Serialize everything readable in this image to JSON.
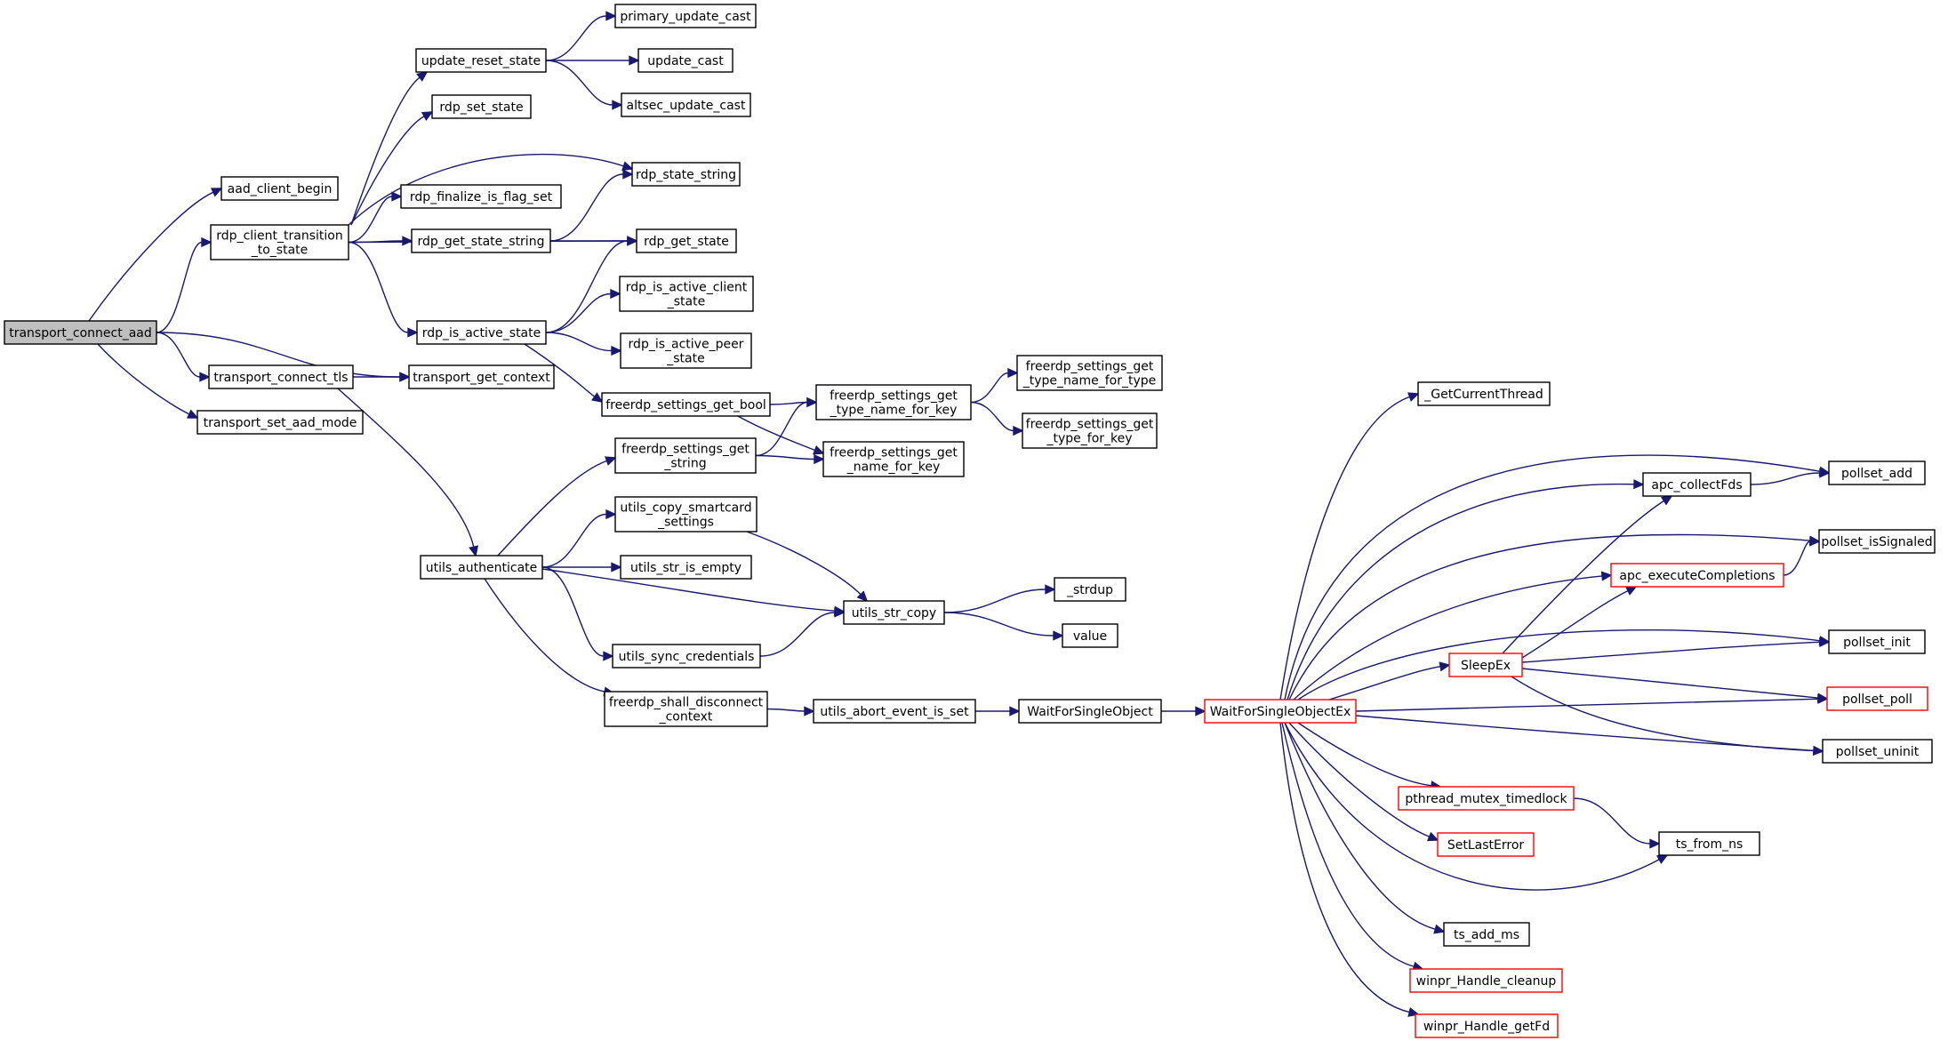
{
  "colors": {
    "edge": "#191970",
    "node_border": "#000000",
    "node_border_truncated": "#ff0000",
    "node_fill": "#ffffff",
    "root_fill": "#bfbfbf",
    "text": "#000000"
  },
  "nodes": [
    {
      "id": "transport_connect_aad",
      "lines": [
        "transport_connect_aad"
      ],
      "style": "root"
    },
    {
      "id": "aad_client_begin",
      "lines": [
        "aad_client_begin"
      ],
      "style": "normal"
    },
    {
      "id": "rdp_client_transition_to_state",
      "lines": [
        "rdp_client_transition",
        "_to_state"
      ],
      "style": "normal"
    },
    {
      "id": "transport_connect_tls",
      "lines": [
        "transport_connect_tls"
      ],
      "style": "normal"
    },
    {
      "id": "transport_get_context",
      "lines": [
        "transport_get_context"
      ],
      "style": "normal"
    },
    {
      "id": "transport_set_aad_mode",
      "lines": [
        "transport_set_aad_mode"
      ],
      "style": "normal"
    },
    {
      "id": "update_reset_state",
      "lines": [
        "update_reset_state"
      ],
      "style": "normal"
    },
    {
      "id": "rdp_set_state",
      "lines": [
        "rdp_set_state"
      ],
      "style": "normal"
    },
    {
      "id": "rdp_finalize_is_flag_set",
      "lines": [
        "rdp_finalize_is_flag_set"
      ],
      "style": "normal"
    },
    {
      "id": "rdp_get_state_string",
      "lines": [
        "rdp_get_state_string"
      ],
      "style": "normal"
    },
    {
      "id": "rdp_is_active_state",
      "lines": [
        "rdp_is_active_state"
      ],
      "style": "normal"
    },
    {
      "id": "utils_authenticate",
      "lines": [
        "utils_authenticate"
      ],
      "style": "normal"
    },
    {
      "id": "primary_update_cast",
      "lines": [
        "primary_update_cast"
      ],
      "style": "normal"
    },
    {
      "id": "update_cast",
      "lines": [
        "update_cast"
      ],
      "style": "normal"
    },
    {
      "id": "altsec_update_cast",
      "lines": [
        "altsec_update_cast"
      ],
      "style": "normal"
    },
    {
      "id": "rdp_state_string",
      "lines": [
        "rdp_state_string"
      ],
      "style": "normal"
    },
    {
      "id": "rdp_get_state",
      "lines": [
        "rdp_get_state"
      ],
      "style": "normal"
    },
    {
      "id": "rdp_is_active_client_state",
      "lines": [
        "rdp_is_active_client",
        "_state"
      ],
      "style": "normal"
    },
    {
      "id": "rdp_is_active_peer_state",
      "lines": [
        "rdp_is_active_peer",
        "_state"
      ],
      "style": "normal"
    },
    {
      "id": "freerdp_settings_get_bool",
      "lines": [
        "freerdp_settings_get_bool"
      ],
      "style": "normal"
    },
    {
      "id": "freerdp_settings_get_string",
      "lines": [
        "freerdp_settings_get",
        "_string"
      ],
      "style": "normal"
    },
    {
      "id": "utils_copy_smartcard_settings",
      "lines": [
        "utils_copy_smartcard",
        "_settings"
      ],
      "style": "normal"
    },
    {
      "id": "utils_str_is_empty",
      "lines": [
        "utils_str_is_empty"
      ],
      "style": "normal"
    },
    {
      "id": "utils_str_copy",
      "lines": [
        "utils_str_copy"
      ],
      "style": "normal"
    },
    {
      "id": "utils_sync_credentials",
      "lines": [
        "utils_sync_credentials"
      ],
      "style": "normal"
    },
    {
      "id": "freerdp_shall_disconnect_context",
      "lines": [
        "freerdp_shall_disconnect",
        "_context"
      ],
      "style": "normal"
    },
    {
      "id": "freerdp_settings_get_type_name_for_key",
      "lines": [
        "freerdp_settings_get",
        "_type_name_for_key"
      ],
      "style": "normal"
    },
    {
      "id": "freerdp_settings_get_name_for_key",
      "lines": [
        "freerdp_settings_get",
        "_name_for_key"
      ],
      "style": "normal"
    },
    {
      "id": "freerdp_settings_get_type_name_for_type",
      "lines": [
        "freerdp_settings_get",
        "_type_name_for_type"
      ],
      "style": "normal"
    },
    {
      "id": "freerdp_settings_get_type_for_key",
      "lines": [
        "freerdp_settings_get",
        "_type_for_key"
      ],
      "style": "normal"
    },
    {
      "id": "_strdup",
      "lines": [
        "_strdup"
      ],
      "style": "normal"
    },
    {
      "id": "value",
      "lines": [
        "value"
      ],
      "style": "normal"
    },
    {
      "id": "utils_abort_event_is_set",
      "lines": [
        "utils_abort_event_is_set"
      ],
      "style": "normal"
    },
    {
      "id": "WaitForSingleObject",
      "lines": [
        "WaitForSingleObject"
      ],
      "style": "normal"
    },
    {
      "id": "WaitForSingleObjectEx",
      "lines": [
        "WaitForSingleObjectEx"
      ],
      "style": "truncated"
    },
    {
      "id": "_GetCurrentThread",
      "lines": [
        "_GetCurrentThread"
      ],
      "style": "normal"
    },
    {
      "id": "apc_collectFds",
      "lines": [
        "apc_collectFds"
      ],
      "style": "normal"
    },
    {
      "id": "apc_executeCompletions",
      "lines": [
        "apc_executeCompletions"
      ],
      "style": "truncated"
    },
    {
      "id": "SleepEx",
      "lines": [
        "SleepEx"
      ],
      "style": "truncated"
    },
    {
      "id": "pthread_mutex_timedlock",
      "lines": [
        "pthread_mutex_timedlock"
      ],
      "style": "truncated"
    },
    {
      "id": "SetLastError",
      "lines": [
        "SetLastError"
      ],
      "style": "truncated"
    },
    {
      "id": "ts_add_ms",
      "lines": [
        "ts_add_ms"
      ],
      "style": "normal"
    },
    {
      "id": "winpr_Handle_cleanup",
      "lines": [
        "winpr_Handle_cleanup"
      ],
      "style": "truncated"
    },
    {
      "id": "winpr_Handle_getFd",
      "lines": [
        "winpr_Handle_getFd"
      ],
      "style": "truncated"
    },
    {
      "id": "pollset_add",
      "lines": [
        "pollset_add"
      ],
      "style": "normal"
    },
    {
      "id": "pollset_isSignaled",
      "lines": [
        "pollset_isSignaled"
      ],
      "style": "normal"
    },
    {
      "id": "pollset_init",
      "lines": [
        "pollset_init"
      ],
      "style": "normal"
    },
    {
      "id": "pollset_poll",
      "lines": [
        "pollset_poll"
      ],
      "style": "truncated"
    },
    {
      "id": "pollset_uninit",
      "lines": [
        "pollset_uninit"
      ],
      "style": "normal"
    },
    {
      "id": "ts_from_ns",
      "lines": [
        "ts_from_ns"
      ],
      "style": "normal"
    }
  ],
  "edges": [
    [
      "transport_connect_aad",
      "aad_client_begin"
    ],
    [
      "transport_connect_aad",
      "rdp_client_transition_to_state"
    ],
    [
      "transport_connect_aad",
      "transport_connect_tls"
    ],
    [
      "transport_connect_aad",
      "transport_get_context"
    ],
    [
      "transport_connect_aad",
      "transport_set_aad_mode"
    ],
    [
      "rdp_client_transition_to_state",
      "update_reset_state"
    ],
    [
      "rdp_client_transition_to_state",
      "rdp_set_state"
    ],
    [
      "rdp_client_transition_to_state",
      "rdp_state_string"
    ],
    [
      "rdp_client_transition_to_state",
      "rdp_finalize_is_flag_set"
    ],
    [
      "rdp_client_transition_to_state",
      "rdp_get_state_string"
    ],
    [
      "rdp_client_transition_to_state",
      "rdp_get_state"
    ],
    [
      "rdp_client_transition_to_state",
      "rdp_is_active_state"
    ],
    [
      "update_reset_state",
      "primary_update_cast"
    ],
    [
      "update_reset_state",
      "update_cast"
    ],
    [
      "update_reset_state",
      "altsec_update_cast"
    ],
    [
      "rdp_get_state_string",
      "rdp_state_string"
    ],
    [
      "rdp_get_state_string",
      "rdp_get_state"
    ],
    [
      "rdp_is_active_state",
      "rdp_get_state"
    ],
    [
      "rdp_is_active_state",
      "rdp_is_active_client_state"
    ],
    [
      "rdp_is_active_state",
      "rdp_is_active_peer_state"
    ],
    [
      "rdp_is_active_state",
      "freerdp_settings_get_bool"
    ],
    [
      "transport_connect_tls",
      "transport_get_context"
    ],
    [
      "transport_connect_tls",
      "utils_authenticate"
    ],
    [
      "freerdp_settings_get_bool",
      "freerdp_settings_get_type_name_for_key"
    ],
    [
      "freerdp_settings_get_bool",
      "freerdp_settings_get_name_for_key"
    ],
    [
      "freerdp_settings_get_type_name_for_key",
      "freerdp_settings_get_type_name_for_type"
    ],
    [
      "freerdp_settings_get_type_name_for_key",
      "freerdp_settings_get_type_for_key"
    ],
    [
      "utils_authenticate",
      "freerdp_settings_get_string"
    ],
    [
      "utils_authenticate",
      "utils_copy_smartcard_settings"
    ],
    [
      "utils_authenticate",
      "utils_str_is_empty"
    ],
    [
      "utils_authenticate",
      "utils_str_copy"
    ],
    [
      "utils_authenticate",
      "utils_sync_credentials"
    ],
    [
      "utils_authenticate",
      "freerdp_shall_disconnect_context"
    ],
    [
      "freerdp_settings_get_string",
      "freerdp_settings_get_type_name_for_key"
    ],
    [
      "freerdp_settings_get_string",
      "freerdp_settings_get_name_for_key"
    ],
    [
      "utils_copy_smartcard_settings",
      "utils_str_copy"
    ],
    [
      "utils_sync_credentials",
      "utils_str_copy"
    ],
    [
      "utils_str_copy",
      "_strdup"
    ],
    [
      "utils_str_copy",
      "value"
    ],
    [
      "freerdp_shall_disconnect_context",
      "utils_abort_event_is_set"
    ],
    [
      "utils_abort_event_is_set",
      "WaitForSingleObject"
    ],
    [
      "WaitForSingleObject",
      "WaitForSingleObjectEx"
    ],
    [
      "WaitForSingleObjectEx",
      "_GetCurrentThread"
    ],
    [
      "WaitForSingleObjectEx",
      "pollset_add"
    ],
    [
      "WaitForSingleObjectEx",
      "apc_collectFds"
    ],
    [
      "WaitForSingleObjectEx",
      "pollset_isSignaled"
    ],
    [
      "WaitForSingleObjectEx",
      "apc_executeCompletions"
    ],
    [
      "WaitForSingleObjectEx",
      "pollset_init"
    ],
    [
      "WaitForSingleObjectEx",
      "SleepEx"
    ],
    [
      "WaitForSingleObjectEx",
      "pollset_poll"
    ],
    [
      "WaitForSingleObjectEx",
      "pollset_uninit"
    ],
    [
      "WaitForSingleObjectEx",
      "pthread_mutex_timedlock"
    ],
    [
      "WaitForSingleObjectEx",
      "SetLastError"
    ],
    [
      "WaitForSingleObjectEx",
      "ts_from_ns"
    ],
    [
      "WaitForSingleObjectEx",
      "ts_add_ms"
    ],
    [
      "WaitForSingleObjectEx",
      "winpr_Handle_cleanup"
    ],
    [
      "WaitForSingleObjectEx",
      "winpr_Handle_getFd"
    ],
    [
      "apc_collectFds",
      "pollset_add"
    ],
    [
      "apc_executeCompletions",
      "pollset_isSignaled"
    ],
    [
      "SleepEx",
      "apc_collectFds"
    ],
    [
      "SleepEx",
      "apc_executeCompletions"
    ],
    [
      "SleepEx",
      "pollset_init"
    ],
    [
      "SleepEx",
      "pollset_poll"
    ],
    [
      "SleepEx",
      "pollset_uninit"
    ],
    [
      "pthread_mutex_timedlock",
      "ts_from_ns"
    ]
  ]
}
